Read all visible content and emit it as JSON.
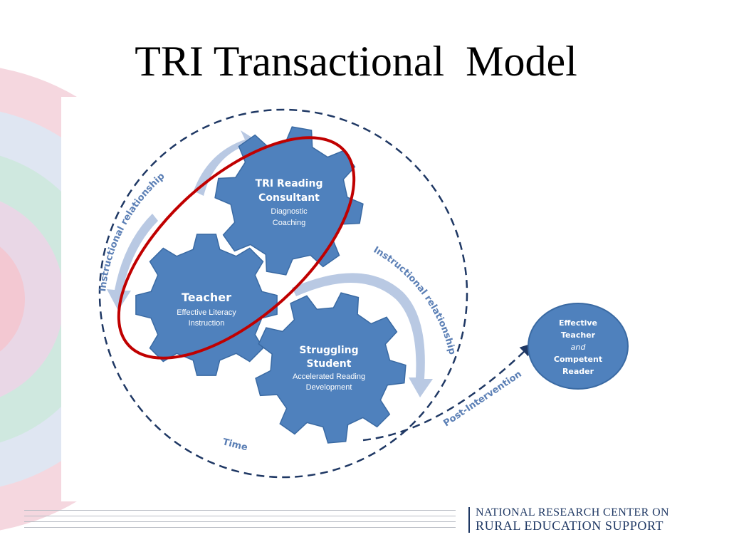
{
  "title": "TRI Transactional  Model",
  "gears": [
    {
      "name_lines": [
        "TRI Reading",
        "Consultant"
      ],
      "desc_lines": [
        "Diagnostic",
        "Coaching"
      ]
    },
    {
      "name_lines": [
        "Teacher"
      ],
      "desc_lines": [
        "Effective Literacy",
        "Instruction"
      ]
    },
    {
      "name_lines": [
        "Struggling",
        "Student"
      ],
      "desc_lines": [
        "Accelerated Reading",
        "Development"
      ]
    }
  ],
  "labels": {
    "left_arc": "Instructional relationship",
    "right_arc": "Instructional relationship",
    "time": "Time",
    "post": "Post-Intervention"
  },
  "outcome": {
    "line1": "Effective",
    "line2": "Teacher",
    "line3": "and",
    "line4": "Competent",
    "line5": "Reader"
  },
  "footer": {
    "line1": "NATIONAL RESEARCH CENTER ON",
    "line2": "RURAL EDUCATION SUPPORT"
  },
  "colors": {
    "gear": "#4f81bd",
    "gear_stroke": "#3a6aa3",
    "arrow": "#b9c9e3",
    "dashed": "#1f3864",
    "highlight": "#c00000"
  }
}
